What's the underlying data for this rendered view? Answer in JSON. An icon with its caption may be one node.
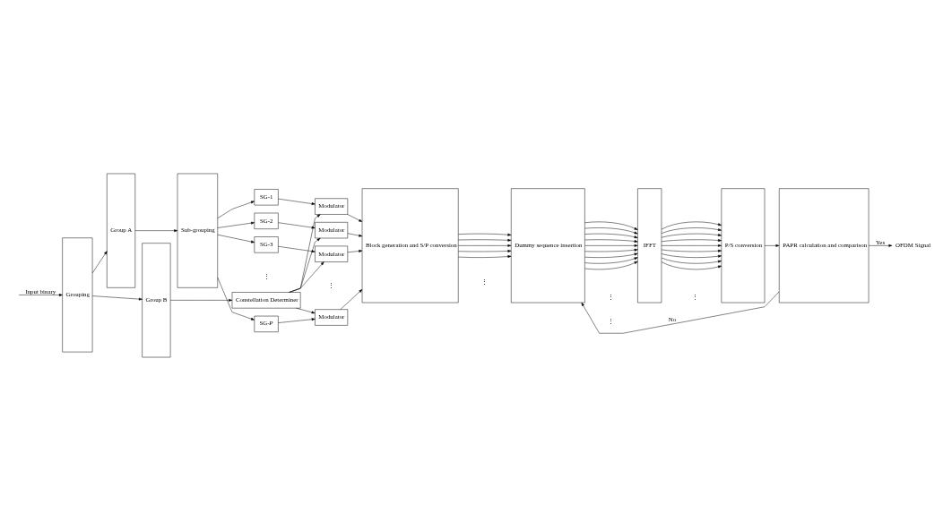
{
  "diagram": {
    "nodes": [
      {
        "text": [
          "Grouping"
        ]
      },
      {
        "text": [
          "Group A"
        ]
      },
      {
        "text": [
          "Sub-grouping"
        ]
      },
      {
        "text": [
          "SG-1"
        ]
      },
      {
        "text": [
          "SG-2"
        ]
      },
      {
        "text": [
          "SG-3"
        ]
      },
      {
        "text": [
          "SG-*P*"
        ]
      },
      {
        "text": [
          "Modulator"
        ]
      },
      {
        "text": [
          "Modulator"
        ]
      },
      {
        "text": [
          "Modulator"
        ]
      },
      {
        "text": [
          "Modulator"
        ]
      },
      {
        "text": [
          "Group B"
        ]
      },
      {
        "text": [
          "Constellation Determiner"
        ]
      },
      {
        "text": [
          "Block generation and S/P conversion"
        ]
      },
      {
        "text": [
          "Dummy sequence insertion"
        ]
      },
      {
        "text": [
          "IFFT"
        ]
      },
      {
        "text": [
          "P/S conversion"
        ]
      },
      {
        "text": [
          "PAPR calculation and comparison"
        ]
      },
      {
        "text": [
          "OFDM Signal"
        ]
      }
    ],
    "edges": [
      {
        "from": null,
        "to": 0,
        "arrow": "to",
        "label": "Input binary"
      },
      {
        "from": 0,
        "to": 1,
        "arrow": "to"
      },
      {
        "from": 0,
        "to": 11,
        "arrow": "to"
      },
      {
        "from": 1,
        "to": 2,
        "arrow": "to"
      },
      {
        "from": 2,
        "to": 3,
        "arrow": "to"
      },
      {
        "from": 2,
        "to": 4,
        "arrow": "to"
      },
      {
        "from": 2,
        "to": 5,
        "arrow": "to"
      },
      {
        "from": 2,
        "to": 6,
        "arrow": "to"
      },
      {
        "from": 3,
        "to": 7,
        "arrow": "to"
      },
      {
        "from": 4,
        "to": 8,
        "arrow": "to"
      },
      {
        "from": 5,
        "to": 9,
        "arrow": "to"
      },
      {
        "from": 6,
        "to": 10,
        "arrow": "to"
      },
      {
        "from": 11,
        "to": 12,
        "arrow": "to"
      },
      {
        "from": 12,
        "to": 7,
        "arrow": "to"
      },
      {
        "from": 12,
        "to": 8,
        "arrow": "to"
      },
      {
        "from": 12,
        "to": 9,
        "arrow": "to"
      },
      {
        "from": 12,
        "to": 10,
        "arrow": "to"
      },
      {
        "from": 7,
        "to": 13,
        "arrow": "to"
      },
      {
        "from": 8,
        "to": 13,
        "arrow": "to"
      },
      {
        "from": 9,
        "to": 13,
        "arrow": "to"
      },
      {
        "from": 10,
        "to": 13,
        "arrow": "to"
      },
      {
        "from": 13,
        "to": 14,
        "arrow": "to"
      },
      {
        "from": 13,
        "to": 14,
        "arrow": "to"
      },
      {
        "from": 13,
        "to": 14,
        "arrow": "to"
      },
      {
        "from": 13,
        "to": 14,
        "arrow": "to"
      },
      {
        "from": 13,
        "to": 14,
        "arrow": "to"
      },
      {
        "from": 14,
        "to": 15,
        "arrow": "to"
      },
      {
        "from": 14,
        "to": 15,
        "arrow": "to"
      },
      {
        "from": 14,
        "to": 15,
        "arrow": "to"
      },
      {
        "from": 14,
        "to": 15,
        "arrow": "to"
      },
      {
        "from": 14,
        "to": 15,
        "arrow": "to"
      },
      {
        "from": 14,
        "to": 15,
        "arrow": "to"
      },
      {
        "from": 14,
        "to": 15,
        "arrow": "to"
      },
      {
        "from": 14,
        "to": 15,
        "arrow": "to"
      },
      {
        "from": 14,
        "to": 15,
        "arrow": "to"
      },
      {
        "from": 15,
        "to": 16,
        "arrow": "to"
      },
      {
        "from": 15,
        "to": 16,
        "arrow": "to"
      },
      {
        "from": 15,
        "to": 16,
        "arrow": "to"
      },
      {
        "from": 15,
        "to": 16,
        "arrow": "to"
      },
      {
        "from": 15,
        "to": 16,
        "arrow": "to"
      },
      {
        "from": 15,
        "to": 16,
        "arrow": "to"
      },
      {
        "from": 15,
        "to": 16,
        "arrow": "to"
      },
      {
        "from": 15,
        "to": 16,
        "arrow": "to"
      },
      {
        "from": 15,
        "to": 16,
        "arrow": "to"
      },
      {
        "from": 16,
        "to": 17,
        "arrow": "to"
      },
      {
        "from": 17,
        "to": 14,
        "arrow": "to",
        "label": "No"
      },
      {
        "from": 17,
        "to": 18,
        "arrow": "to",
        "label": "Yes"
      }
    ],
    "labels": [
      "⋮",
      "⋮",
      "⋮",
      "⋮",
      "⋮",
      "⋮"
    ]
  }
}
